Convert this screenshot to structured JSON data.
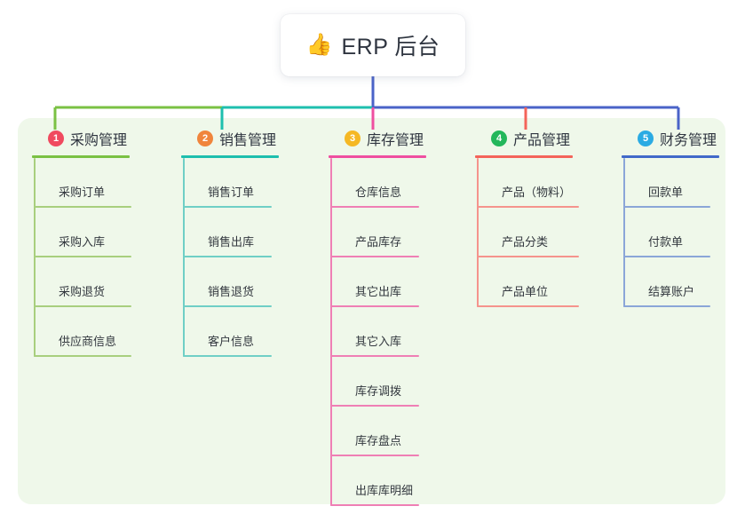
{
  "root": {
    "icon": "thumbs-up-icon",
    "emoji": "👍",
    "title": "ERP 后台"
  },
  "panel": {
    "background": "#eff8ea"
  },
  "colors": {
    "badge1": "#f04a5f",
    "badge2": "#f0853c",
    "badge3": "#f5b824",
    "badge4": "#23b75b",
    "badge5": "#2babe3",
    "rule1": "#7ac143",
    "rule2": "#1ebfae",
    "rule3": "#ef4fa0",
    "rule4": "#f4645a",
    "rule5": "#4169c9",
    "leaf1": "#a8cf7e",
    "leaf2": "#6fcfc6",
    "leaf3": "#ef7fb5",
    "leaf4": "#f5948d",
    "leaf5": "#8ba6d8",
    "trunk": "#4a63c8"
  },
  "branches": [
    {
      "number": "1",
      "title": "采购管理",
      "badge_color": "#f04a5f",
      "rule_color": "#7ac143",
      "leaf_color": "#a8cf7e",
      "leaves": [
        "采购订单",
        "采购入库",
        "采购退货",
        "供应商信息"
      ]
    },
    {
      "number": "2",
      "title": "销售管理",
      "badge_color": "#f0853c",
      "rule_color": "#1ebfae",
      "leaf_color": "#6fcfc6",
      "leaves": [
        "销售订单",
        "销售出库",
        "销售退货",
        "客户信息"
      ]
    },
    {
      "number": "3",
      "title": "库存管理",
      "badge_color": "#f5b824",
      "rule_color": "#ef4fa0",
      "leaf_color": "#ef7fb5",
      "leaves": [
        "仓库信息",
        "产品库存",
        "其它出库",
        "其它入库",
        "库存调拨",
        "库存盘点",
        "出库库明细"
      ]
    },
    {
      "number": "4",
      "title": "产品管理",
      "badge_color": "#23b75b",
      "rule_color": "#f4645a",
      "leaf_color": "#f5948d",
      "leaves": [
        "产品（物料）",
        "产品分类",
        "产品单位"
      ]
    },
    {
      "number": "5",
      "title": "财务管理",
      "badge_color": "#2babe3",
      "rule_color": "#4169c9",
      "leaf_color": "#8ba6d8",
      "leaves": [
        "回款单",
        "付款单",
        "结算账户"
      ]
    }
  ]
}
